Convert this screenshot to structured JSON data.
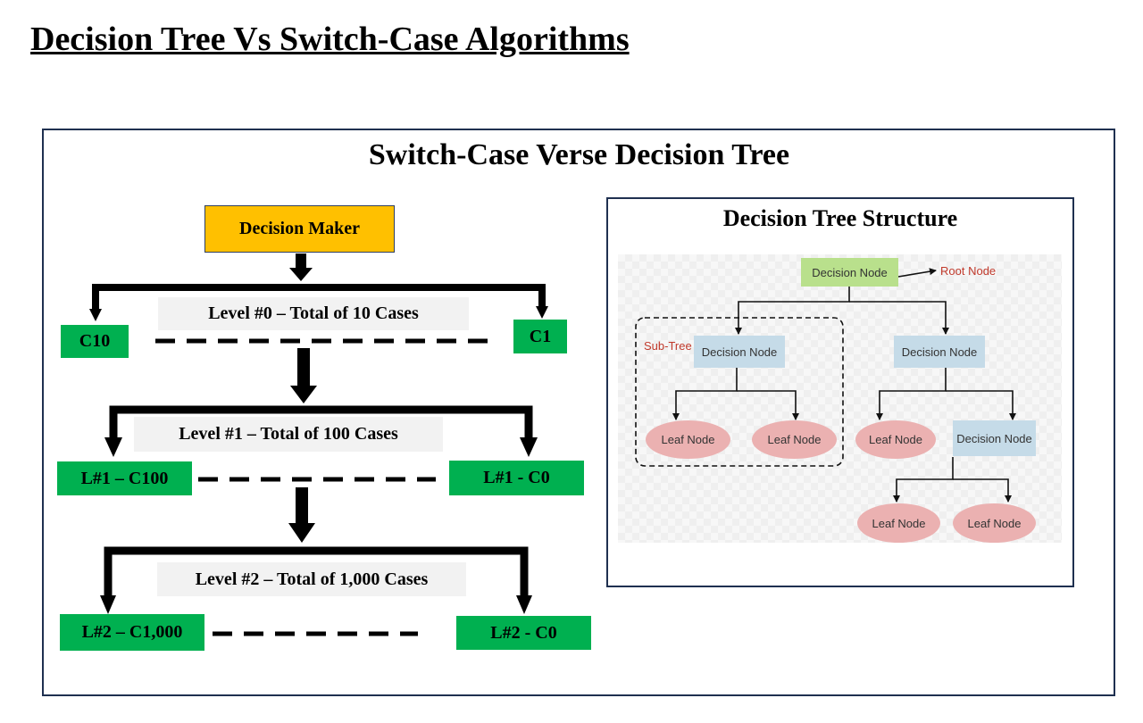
{
  "page_title": "Decision Tree Vs Switch-Case Algorithms",
  "frame_title": "Switch-Case Verse Decision Tree",
  "switch_case": {
    "decision_maker": "Decision Maker",
    "levels": [
      {
        "label": "Level #0 – Total of 10 Cases",
        "left_case": "C10",
        "right_case": "C1"
      },
      {
        "label": "Level #1 – Total of 100 Cases",
        "left_case": "L#1 – C100",
        "right_case": "L#1 - C0"
      },
      {
        "label": "Level #2 – Total of 1,000 Cases",
        "left_case": "L#2 – C1,000",
        "right_case": "L#2 - C0"
      }
    ]
  },
  "tree_structure": {
    "title": "Decision Tree Structure",
    "root": "Decision Node",
    "root_label": "Root Node",
    "subtree_label": "Sub-Tree",
    "left_decision": "Decision Node",
    "right_decision": "Decision Node",
    "inner_decision": "Decision Node",
    "leaves": [
      "Leaf Node",
      "Leaf Node",
      "Leaf Node",
      "Leaf Node",
      "Leaf Node"
    ]
  },
  "colors": {
    "case_box": "#00b050",
    "decision_maker": "#ffc000",
    "level_label_bg": "#f2f2f2",
    "frame_border": "#1f3050",
    "tree_decision_node": "#c5dbe8",
    "tree_root_node": "#b9e08c",
    "tree_leaf_node": "#ebb1b1",
    "tree_annotation": "#c0392b"
  }
}
